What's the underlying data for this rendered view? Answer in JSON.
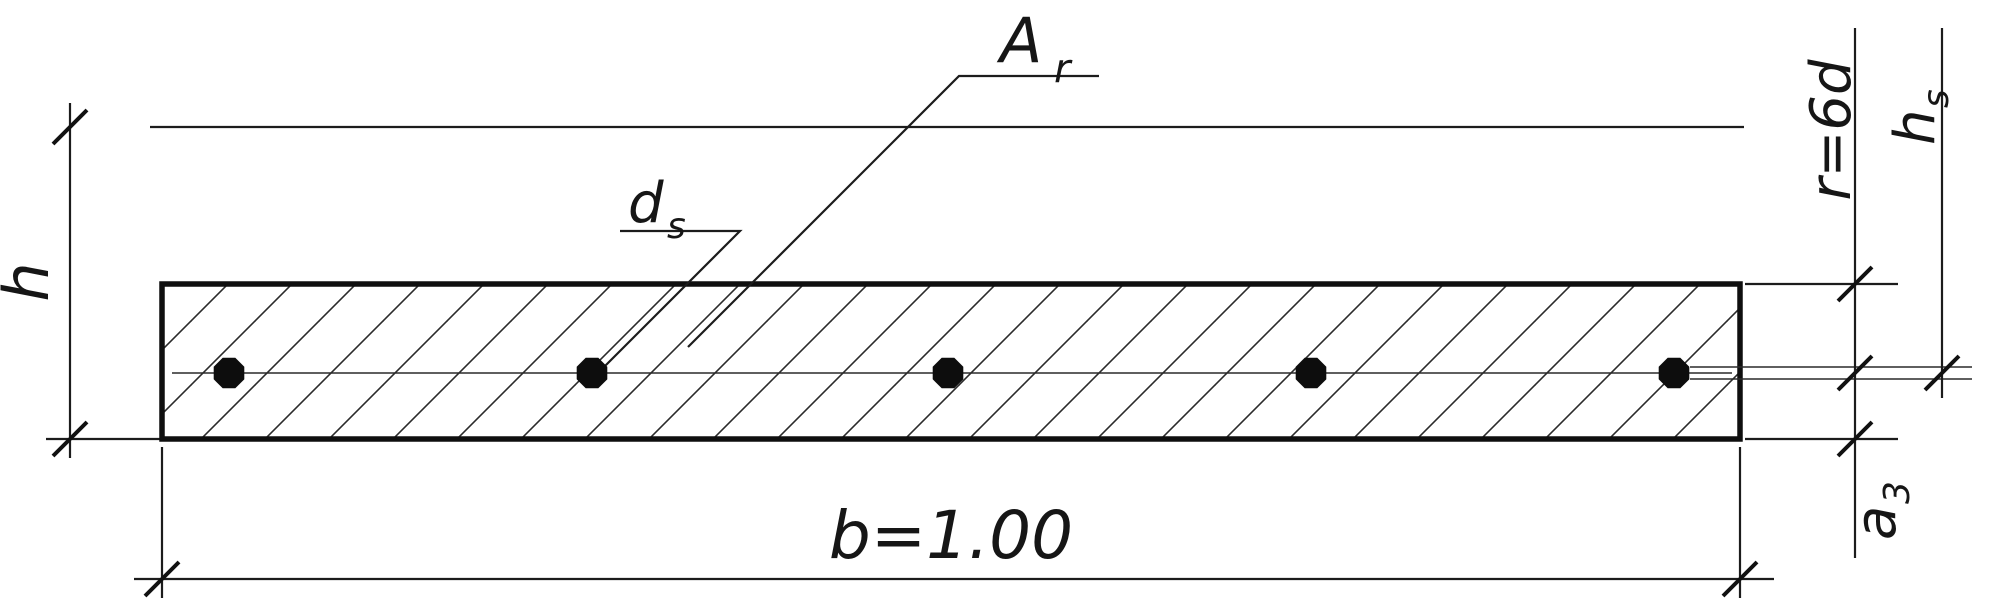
{
  "labels": {
    "reinforcement_area": {
      "base": "A",
      "sub": "r"
    },
    "bar_diameter": {
      "base": "d",
      "sub": "s"
    },
    "total_height": "h",
    "width": "b=1.00",
    "bend_radius": "r=6d",
    "slab_height": {
      "base": "h",
      "sub": "s"
    },
    "axis_distance": {
      "base": "a",
      "sub": "3"
    }
  },
  "rebars": {
    "count": 5
  },
  "colors": {
    "ink": "#1c1c1c",
    "slab_outline": "#0f0f0f",
    "rebar_fill": "#0d0d0d",
    "background": "#ffffff"
  }
}
